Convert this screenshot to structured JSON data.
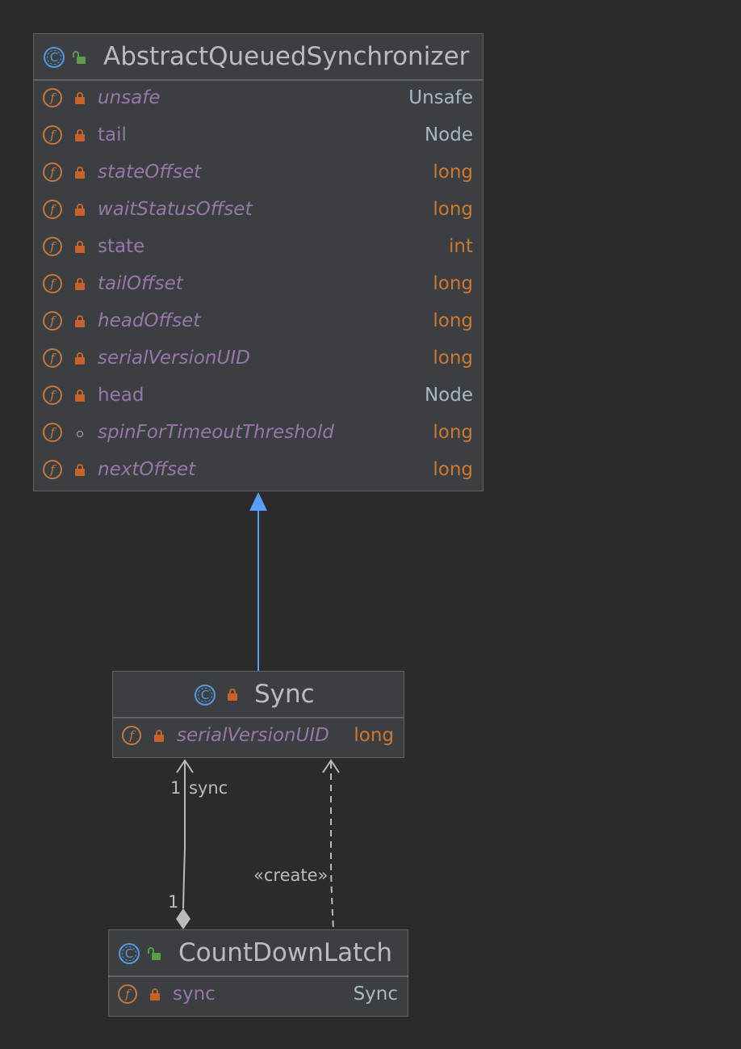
{
  "classes": {
    "aqs": {
      "name": "AbstractQueuedSynchronizer",
      "fields": [
        {
          "name": "unsafe",
          "type": "Unsafe",
          "italic": true,
          "access": "private",
          "type_kind": "ref"
        },
        {
          "name": "tail",
          "type": "Node",
          "italic": false,
          "access": "private",
          "type_kind": "ref"
        },
        {
          "name": "stateOffset",
          "type": "long",
          "italic": true,
          "access": "private",
          "type_kind": "prim"
        },
        {
          "name": "waitStatusOffset",
          "type": "long",
          "italic": true,
          "access": "private",
          "type_kind": "prim"
        },
        {
          "name": "state",
          "type": "int",
          "italic": false,
          "access": "private",
          "type_kind": "prim"
        },
        {
          "name": "tailOffset",
          "type": "long",
          "italic": true,
          "access": "private",
          "type_kind": "prim"
        },
        {
          "name": "headOffset",
          "type": "long",
          "italic": true,
          "access": "private",
          "type_kind": "prim"
        },
        {
          "name": "serialVersionUID",
          "type": "long",
          "italic": true,
          "access": "private",
          "type_kind": "prim"
        },
        {
          "name": "head",
          "type": "Node",
          "italic": false,
          "access": "private",
          "type_kind": "ref"
        },
        {
          "name": "spinForTimeoutThreshold",
          "type": "long",
          "italic": true,
          "access": "package",
          "type_kind": "prim"
        },
        {
          "name": "nextOffset",
          "type": "long",
          "italic": true,
          "access": "private",
          "type_kind": "prim"
        }
      ]
    },
    "sync": {
      "name": "Sync",
      "fields": [
        {
          "name": "serialVersionUID",
          "type": "long",
          "italic": true,
          "access": "private",
          "type_kind": "prim"
        }
      ]
    },
    "cdl": {
      "name": "CountDownLatch",
      "fields": [
        {
          "name": "sync",
          "type": "Sync",
          "italic": false,
          "access": "private",
          "type_kind": "ref"
        }
      ]
    }
  },
  "relations": {
    "association": {
      "source_multiplicity": "1",
      "target_multiplicity": "1",
      "role": "sync"
    },
    "dependency": {
      "stereotype": "«create»"
    }
  },
  "colors": {
    "background": "#2b2b2b",
    "inheritance_arrow": "#589df6",
    "connector": "#bbbbbb",
    "field_name": "#9876aa",
    "primitive_type": "#cc7832",
    "reference_type": "#a9b7c6"
  }
}
